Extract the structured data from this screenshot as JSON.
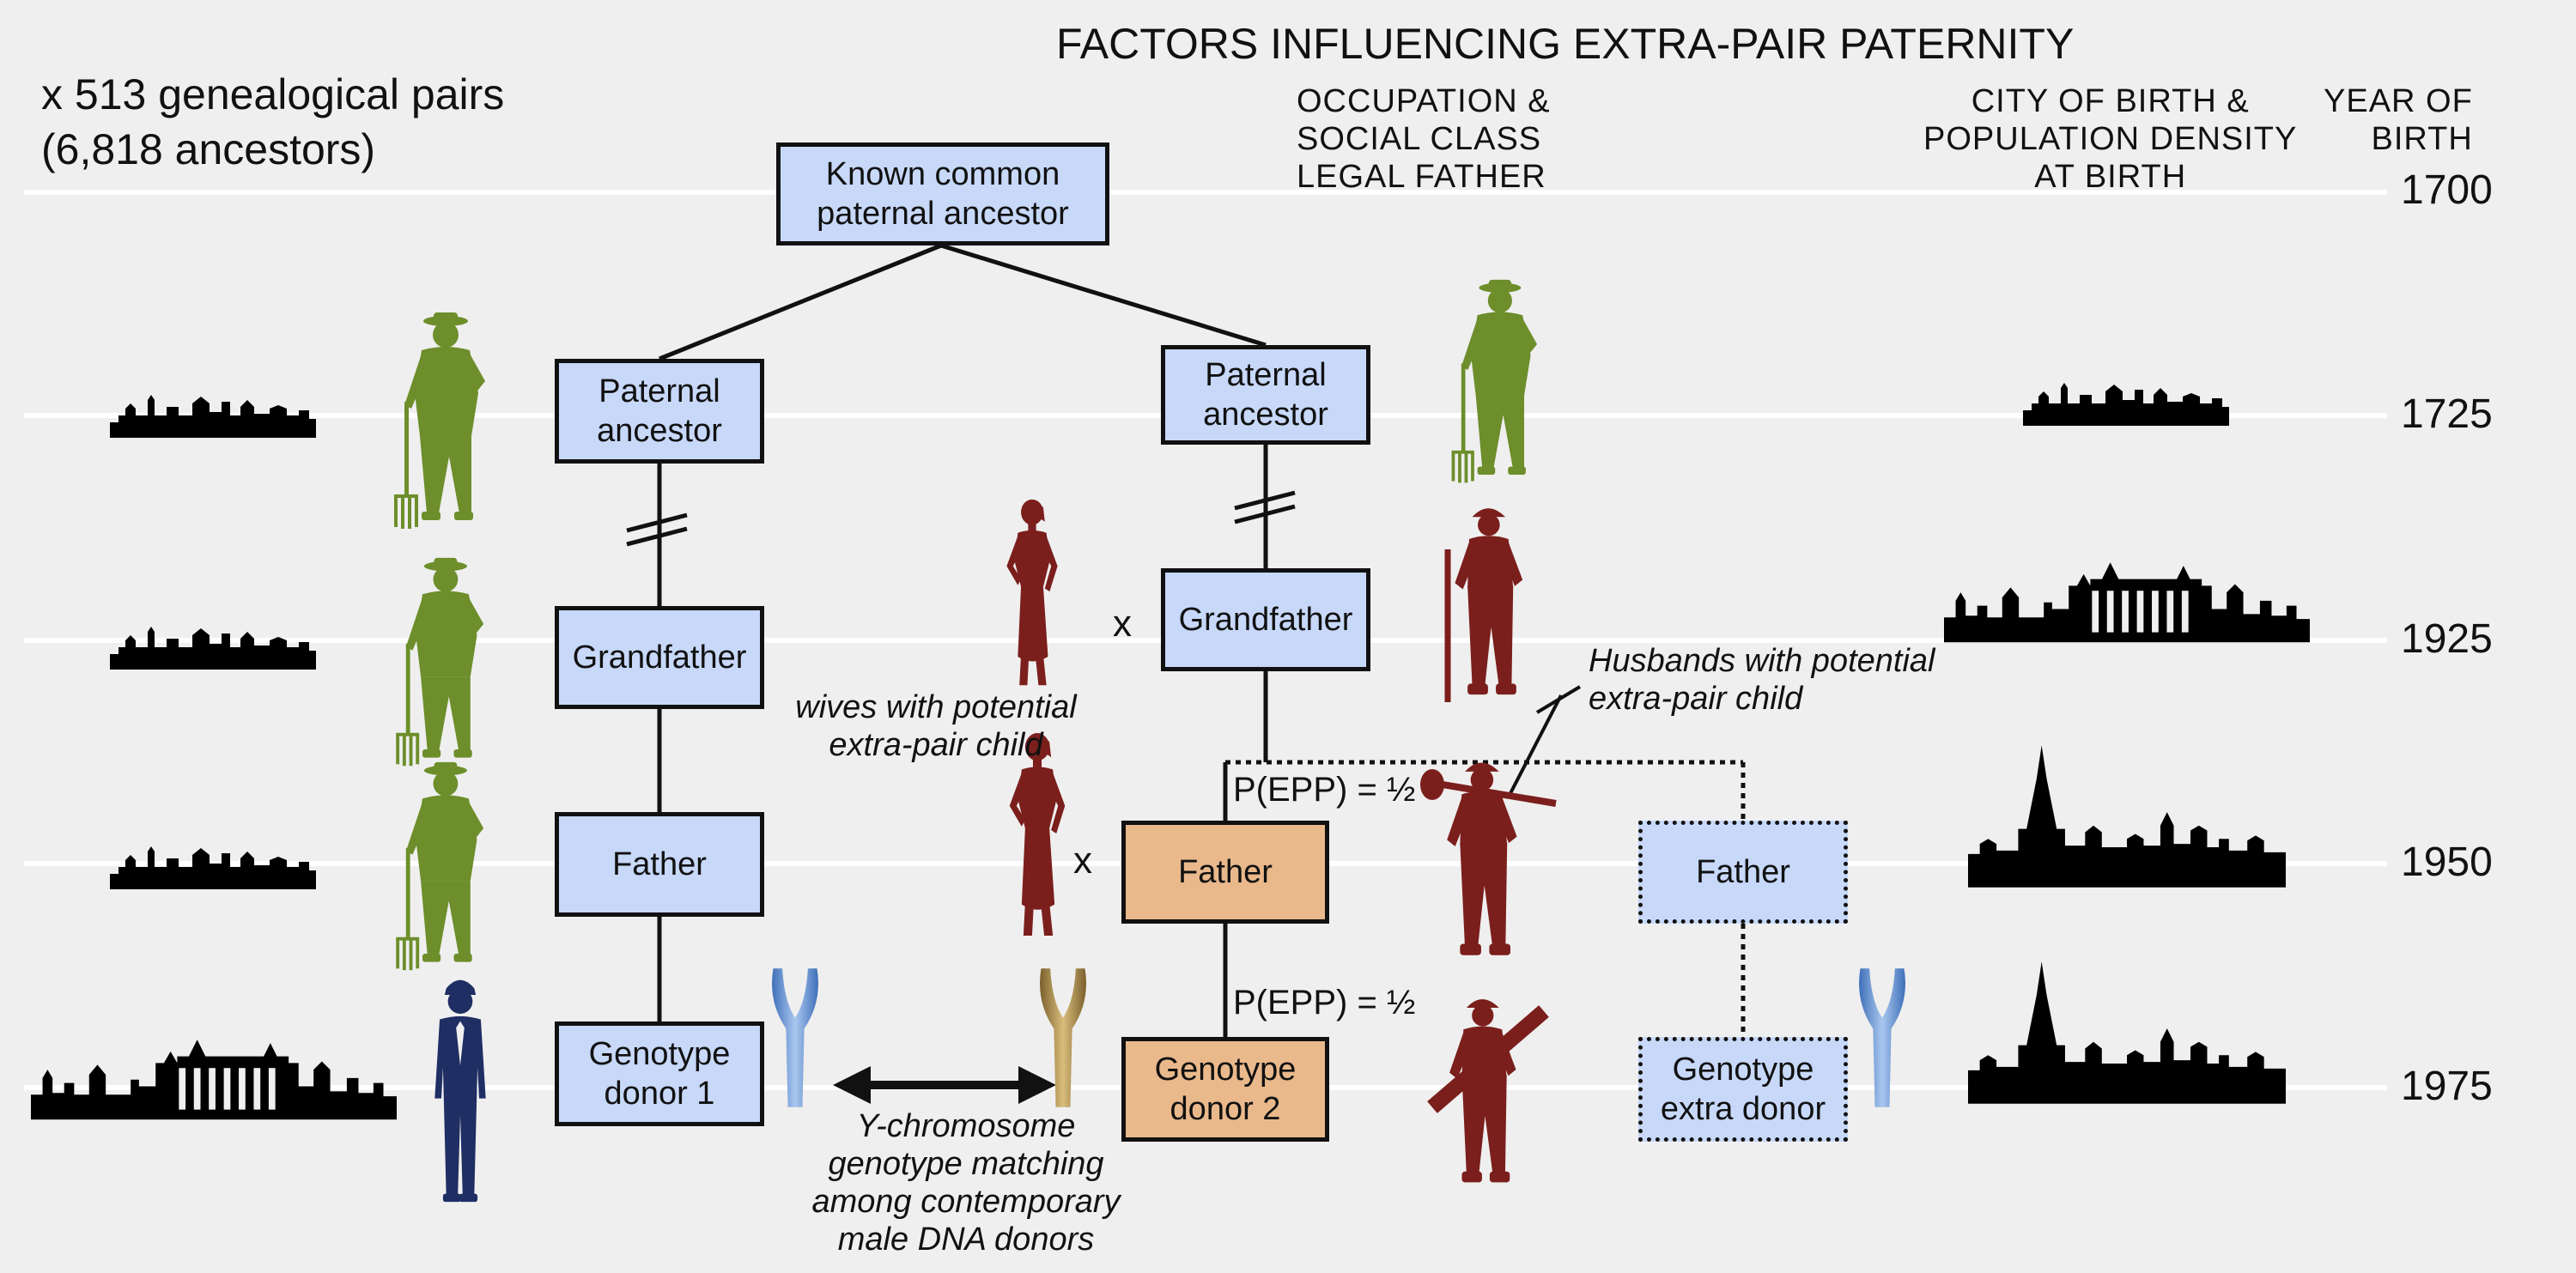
{
  "title": "FACTORS INFLUENCING EXTRA-PAIR PATERNITY",
  "pairs_line1": "x 513 genealogical pairs",
  "pairs_line2": "(6,818 ancestors)",
  "headers": {
    "occupation": "OCCUPATION & SOCIAL CLASS LEGAL FATHER",
    "occupation_lines": [
      "OCCUPATION  &",
      "SOCIAL CLASS",
      "LEGAL FATHER"
    ],
    "city": "CITY OF BIRTH & POPULATION DENSITY AT BIRTH",
    "city_lines": [
      "CITY OF BIRTH &",
      "POPULATION  DENSITY",
      "AT BIRTH"
    ],
    "year_lines": [
      "YEAR OF",
      "BIRTH"
    ]
  },
  "years": [
    "1700",
    "1725",
    "1925",
    "1950",
    "1975"
  ],
  "boxes": {
    "common_ancestor": "Known common paternal ancestor",
    "paternal_ancestor_left": "Paternal ancestor",
    "paternal_ancestor_right": "Paternal ancestor",
    "grandfather_left": "Grandfather",
    "grandfather_right": "Grandfather",
    "father_left": "Father",
    "father_middle": "Father",
    "father_extra": "Father",
    "donor1": "Genotype donor 1",
    "donor2": "Genotype donor 2",
    "extra_donor": "Genotype extra donor"
  },
  "labels": {
    "wives": "wives with potential extra-pair child",
    "husbands": "Husbands with potential extra-pair child",
    "epp_upper": "P(EPP) = ½",
    "epp_lower": "P(EPP) = ½",
    "ychrom": "Y-chromosome genotype matching among contemporary male DNA donors",
    "x_upper": "x",
    "x_lower": "x"
  },
  "colors": {
    "background": "#efefef",
    "box_blue": "#c7d8f9",
    "box_orange": "#e9b98c",
    "farmer_green": "#6d8e2b",
    "worker_red": "#7b1f1c",
    "suit_navy": "#1f2e63",
    "chromosome_blue": "#6b94cf",
    "chromosome_gold": "#b59455",
    "skyline": "#000000"
  },
  "icons": [
    "farmer-icon",
    "woman-icon",
    "worker-icon",
    "businessman-icon",
    "y-chromosome-icon",
    "city-skyline-icon"
  ]
}
